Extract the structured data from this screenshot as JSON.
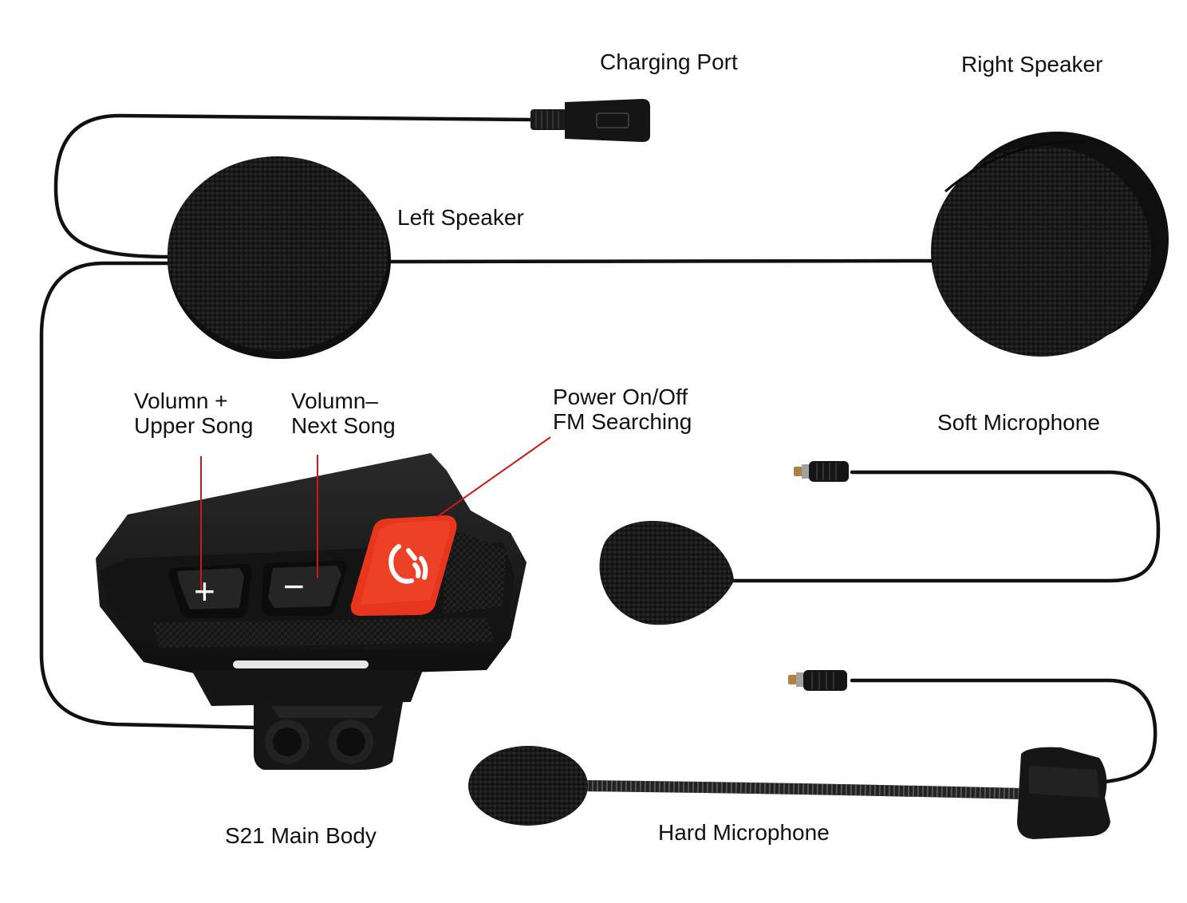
{
  "labels": {
    "charging_port": "Charging Port",
    "right_speaker": "Right Speaker",
    "left_speaker": "Left Speaker",
    "volume_up_line1": "Volumn +",
    "volume_up_line2": "Upper Song",
    "volume_down_line1": "Volumn–",
    "volume_down_line2": "Next Song",
    "power_line1": "Power On/Off",
    "power_line2": "FM Searching",
    "soft_microphone": "Soft Microphone",
    "main_body": "S21 Main Body",
    "hard_microphone": "Hard Microphone"
  },
  "buttons": {
    "plus_symbol": "+",
    "minus_symbol": "−"
  },
  "colors": {
    "accent": "#e8361c",
    "leader_line": "#d01818",
    "cable": "#111111",
    "foam": "#1c1c1c",
    "body": "#161616"
  }
}
